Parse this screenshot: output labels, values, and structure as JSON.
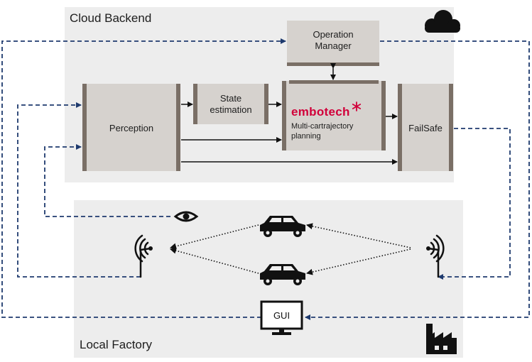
{
  "regions": {
    "cloud_label": "Cloud Backend",
    "factory_label": "Local Factory"
  },
  "blocks": {
    "operation_manager": "Operation Manager",
    "perception": "Perception",
    "state_estimation": "State estimation",
    "planner_brand": "embotech",
    "planner_desc": "Multi-cartrajectory planning",
    "failsafe": "FailSafe",
    "gui": "GUI"
  },
  "icons": [
    "cloud-icon",
    "factory-icon",
    "eye-icon",
    "car-icon",
    "antenna-icon",
    "monitor-icon"
  ],
  "colors": {
    "region_bg": "#ededed",
    "block_fill": "#d6d2ce",
    "block_bar": "#7a6f66",
    "dashed_link": "#1e3a6e",
    "brand": "#d1003a"
  }
}
